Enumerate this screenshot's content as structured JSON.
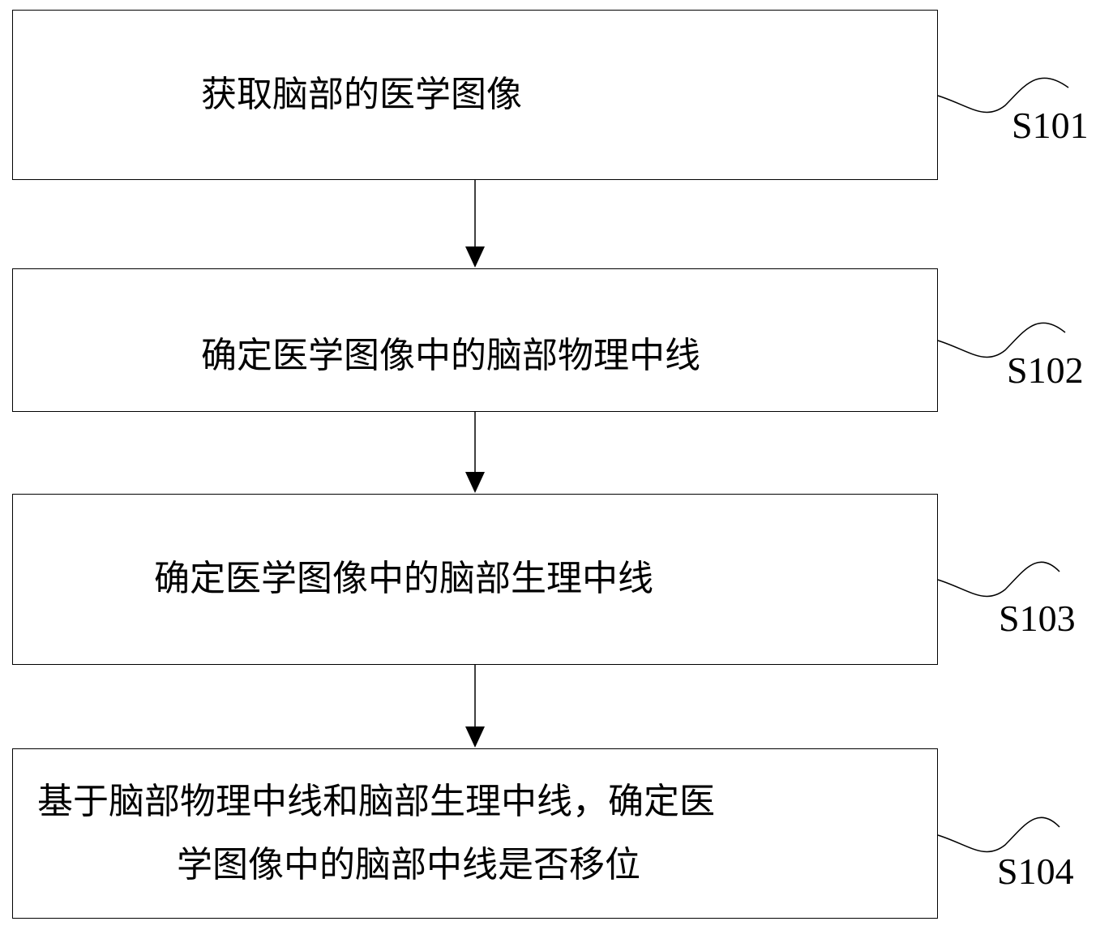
{
  "steps": [
    {
      "id": "S101",
      "label": "S101",
      "text": [
        "获取脑部的医学图像"
      ]
    },
    {
      "id": "S102",
      "label": "S102",
      "text": [
        "确定医学图像中的脑部物理中线"
      ]
    },
    {
      "id": "S103",
      "label": "S103",
      "text": [
        "确定医学图像中的脑部生理中线"
      ]
    },
    {
      "id": "S104",
      "label": "S104",
      "text": [
        "基于脑部物理中线和脑部生理中线，确定医",
        "学图像中的脑部中线是否移位"
      ]
    }
  ],
  "colors": {
    "stroke": "#000000",
    "background": "#ffffff"
  }
}
